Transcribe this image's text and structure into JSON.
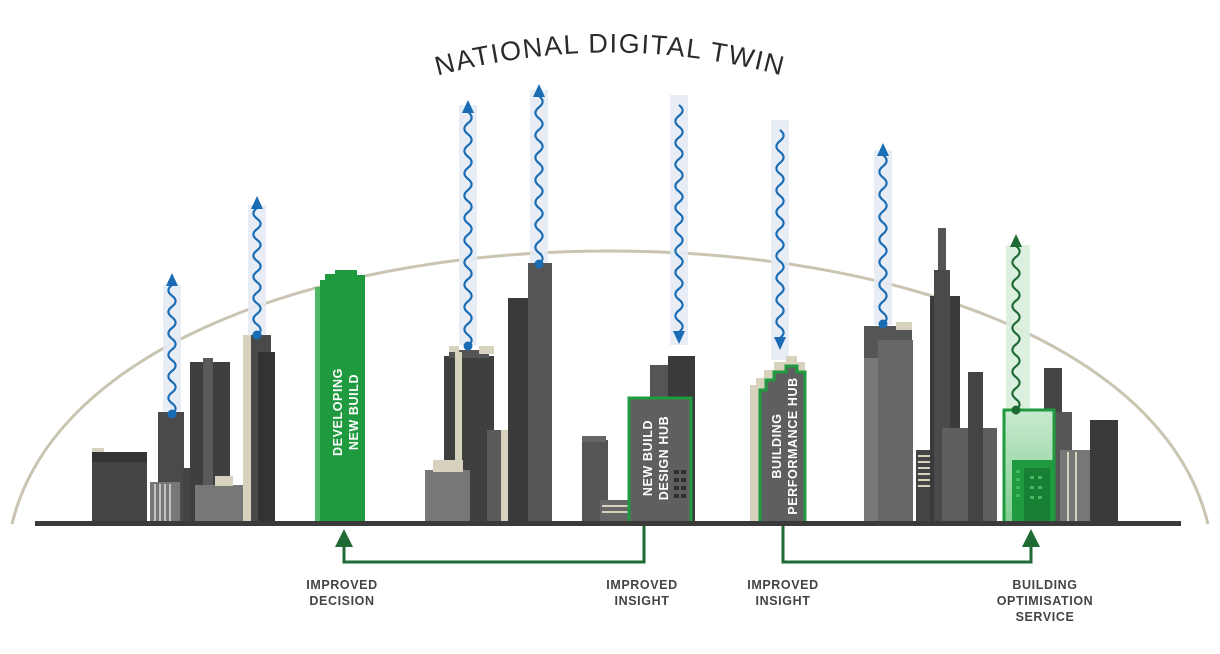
{
  "title": "NATIONAL DIGITAL TWIN",
  "buildings": {
    "developing": [
      "DEVELOPING",
      "NEW BUILD"
    ],
    "design_hub": [
      "NEW BUILD",
      "DESIGN HUB"
    ],
    "performance_hub": [
      "BUILDING",
      "PERFORMANCE HUB"
    ]
  },
  "bottom_labels": {
    "decision": [
      "IMPROVED",
      "DECISION"
    ],
    "insight_left": [
      "IMPROVED",
      "INSIGHT"
    ],
    "insight_right": [
      "IMPROVED",
      "INSIGHT"
    ],
    "optimisation": [
      "BUILDING",
      "OPTIMISATION",
      "SERVICE"
    ]
  },
  "colors": {
    "arc": "#c9c5b2",
    "ground": "#3a3a3a",
    "building_dark": "#444444",
    "building_mid": "#5f5f5f",
    "building_light": "#7a7a7a",
    "building_cream": "#d6d2bd",
    "green": "#1f9a3e",
    "green_dark": "#1e6b35",
    "wave_blue": "#1a6db5",
    "wave_bg": "#dfe6f1"
  },
  "icons": {
    "data_flow_up": "wavy-arrow-up-icon",
    "data_flow_down": "wavy-arrow-down-icon",
    "connector": "connector-arrow-icon"
  }
}
